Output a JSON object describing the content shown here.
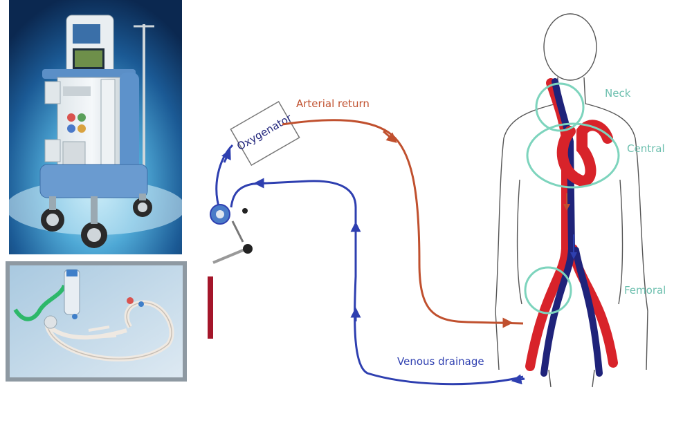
{
  "labels": {
    "oxygenator": "Oxygenator",
    "arterial_return": "Arterial return",
    "venous_drainage": "Venous drainage",
    "neck": "Neck",
    "central": "Central",
    "femoral": "Femoral"
  },
  "colors": {
    "arterial": "#c0502e",
    "venous": "#2e3fb0",
    "site_circle": "#7dd4bd",
    "site_text": "#6cbfae",
    "body_outline": "#555555"
  },
  "icons": {
    "ecmo_console": "ecmo-console-photo",
    "circuit": "ecmo-circuit-photo",
    "pump": "centrifugal-pump-icon"
  }
}
